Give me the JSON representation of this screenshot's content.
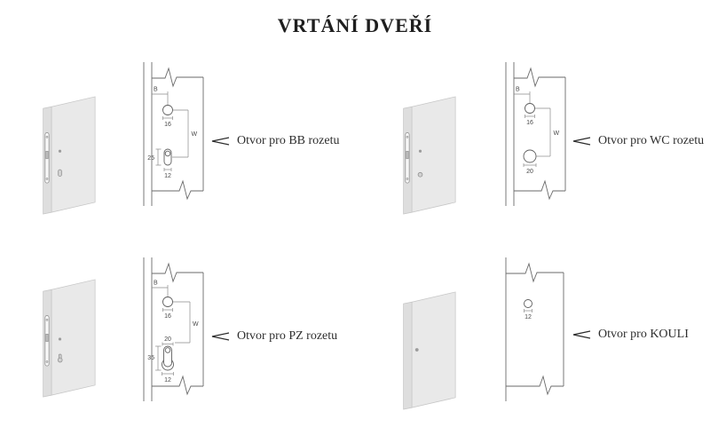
{
  "title": "VRTÁNÍ DVEŘÍ",
  "quadrants": {
    "bb": {
      "label": "Otvor pro BB rozetu",
      "dims": {
        "b": "B",
        "hole": "16",
        "w": "W",
        "slot_h": "25",
        "slot_w": "12"
      }
    },
    "wc": {
      "label": "Otvor pro WC rozetu",
      "dims": {
        "b": "B",
        "hole": "16",
        "w": "W",
        "hole2": "20"
      }
    },
    "pz": {
      "label": "Otvor pro PZ rozetu",
      "dims": {
        "b": "B",
        "hole": "16",
        "w": "W",
        "cyl_top": "20",
        "cyl_h": "35",
        "cyl_w": "12"
      }
    },
    "kouli": {
      "label": "Otvor pro KOULI",
      "dims": {
        "hole": "12"
      }
    }
  }
}
